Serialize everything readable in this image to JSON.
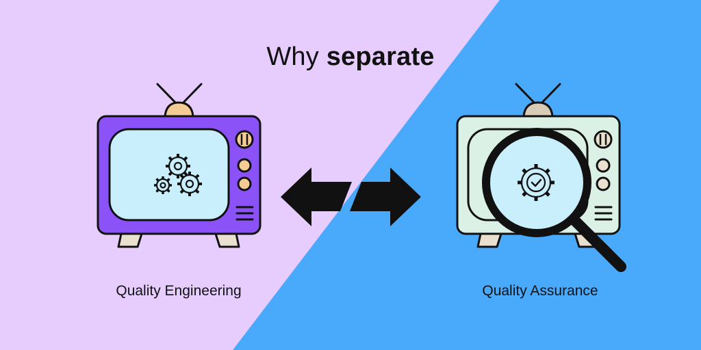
{
  "title": {
    "prefix": "Why",
    "emphasis": "separate"
  },
  "left_panel": {
    "caption": "Quality Engineering",
    "background_color": "#E6CDFE",
    "tv_body_color": "#8B52F8",
    "screen_color": "#C9EEFC",
    "icon": "gears-icon"
  },
  "right_panel": {
    "caption": "Quality Assurance",
    "background_color": "#49A9FB",
    "tv_body_color": "#DCF1E6",
    "screen_color": "#DCF1E6",
    "icon": "gear-check-icon",
    "overlay_icon": "magnifying-glass-icon"
  },
  "connector_icon": "bidirectional-arrows-icon",
  "colors": {
    "antenna_base": "#F4CC93",
    "knob": "#F4CC93",
    "feet": "#E9E0CF",
    "outline": "#111111"
  }
}
